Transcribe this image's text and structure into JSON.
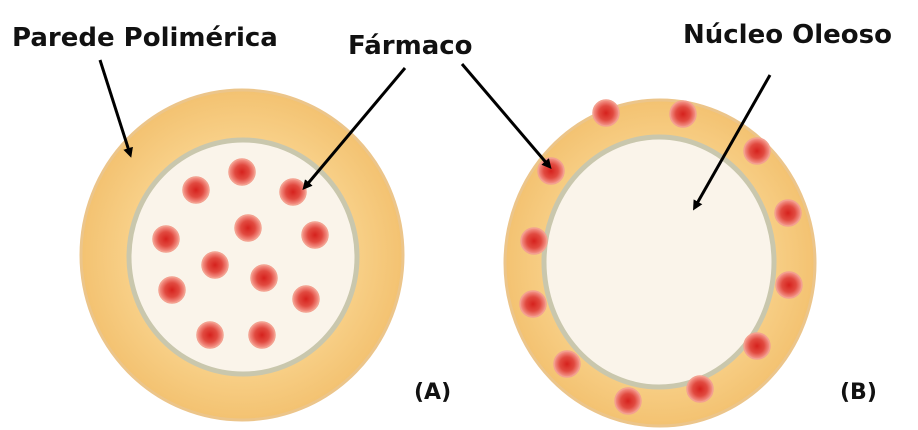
{
  "labels": {
    "polymer_wall": "Parede Polimérica",
    "drug": "Fármaco",
    "oil_core": "Núcleo Oleoso",
    "panel_a": "(A)",
    "panel_b": "(B)"
  },
  "colors": {
    "shell": "#f7cd79",
    "shell_edge": "#ecc58a",
    "core": "#faf4ea",
    "core_edge": "#c9c7ad",
    "drug_outer": "#f07670",
    "drug_inner": "#d6221d",
    "arrow": "#000000"
  }
}
